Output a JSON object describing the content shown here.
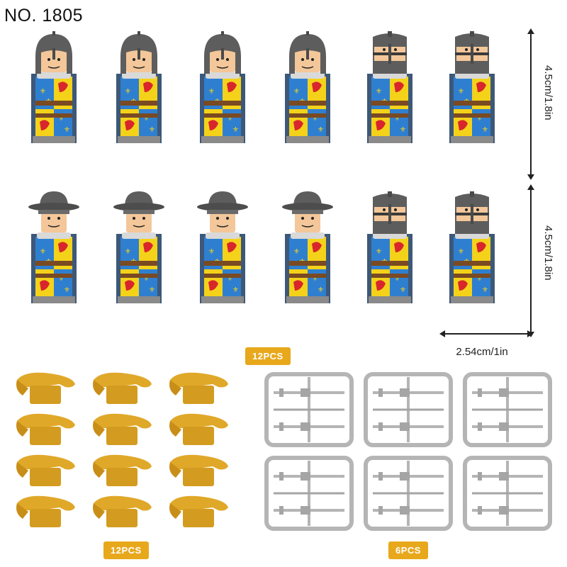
{
  "product": {
    "number": "NO. 1805"
  },
  "dimensions": {
    "height_row1": "4.5cm/1.8in",
    "height_row2": "4.5cm/1.8in",
    "width": "2.54cm/1in"
  },
  "badges": {
    "sprues_count": "12PCS",
    "shoulders_count": "12PCS",
    "bottom_right_count": "6PCS"
  },
  "colors": {
    "tabard_blue": "#2f7fd0",
    "tabard_yellow": "#f4d21a",
    "helmet_gray": "#5d5d5d",
    "accessory_gold": "#e0a829",
    "sprue_gray": "#b5b5b5",
    "badge": "#e8a81c"
  },
  "minifigures_row1": [
    {
      "helmet": "kettle-nasal"
    },
    {
      "helmet": "kettle-nasal"
    },
    {
      "helmet": "kettle-nasal"
    },
    {
      "helmet": "kettle-nasal"
    },
    {
      "helmet": "great-helm"
    },
    {
      "helmet": "great-helm"
    }
  ],
  "minifigures_row2": [
    {
      "helmet": "kettle-brim"
    },
    {
      "helmet": "kettle-brim"
    },
    {
      "helmet": "kettle-brim"
    },
    {
      "helmet": "kettle-brim"
    },
    {
      "helmet": "great-helm"
    },
    {
      "helmet": "great-helm"
    }
  ]
}
